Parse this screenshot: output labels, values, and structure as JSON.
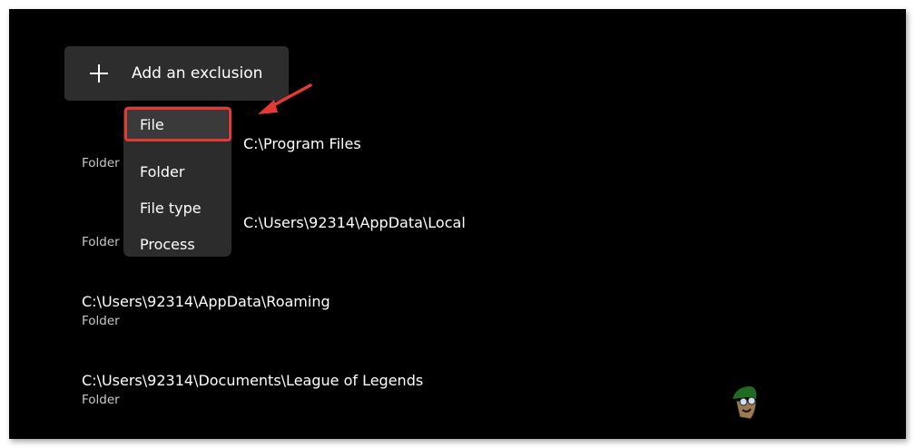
{
  "add_button": {
    "label": "Add an exclusion",
    "icon": "plus-icon"
  },
  "exclusions": [
    {
      "path": "C:\\Program Files",
      "type": "Folder"
    },
    {
      "path": "C:\\Users\\92314\\AppData\\Local",
      "type": "Folder"
    },
    {
      "path": "C:\\Users\\92314\\AppData\\Roaming",
      "type": "Folder"
    },
    {
      "path": "C:\\Users\\92314\\Documents\\League of Legends",
      "type": "Folder"
    }
  ],
  "menu": {
    "items": [
      "File",
      "Folder",
      "File type",
      "Process"
    ],
    "selected": "File"
  },
  "colors": {
    "highlight": "#e53935",
    "background": "#000000"
  }
}
